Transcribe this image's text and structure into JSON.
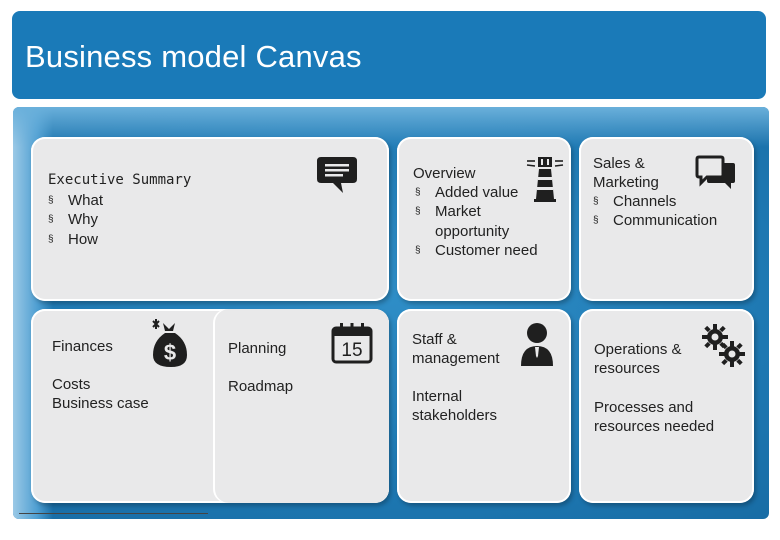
{
  "header": {
    "title": "Business model Canvas"
  },
  "cards": {
    "executive": {
      "title": "Executive Summary",
      "items": [
        "What",
        "Why",
        "How"
      ],
      "icon": "speech-bubble-icon"
    },
    "overview": {
      "title": "Overview",
      "items": [
        "Added value",
        "Market",
        "opportunity",
        "Customer need"
      ],
      "icon": "lighthouse-icon"
    },
    "sales": {
      "title_line1": "Sales &",
      "title_line2": "Marketing",
      "items": [
        "Channels",
        "Communication"
      ],
      "icon": "chat-bubbles-icon"
    },
    "finances": {
      "title": "Finances",
      "line1": "Costs",
      "line2": "Business case",
      "icon": "money-bag-icon"
    },
    "planning": {
      "title": "Planning",
      "line1": "Roadmap",
      "icon": "calendar-icon",
      "calendar_day": "15"
    },
    "staff": {
      "title_line1": "Staff &",
      "title_line2": "management",
      "line1": "Internal",
      "line2": "stakeholders",
      "icon": "person-icon"
    },
    "operations": {
      "title_line1": "Operations &",
      "title_line2": "resources",
      "line1": "Processes and",
      "line2": "resources needed",
      "icon": "gears-icon"
    }
  },
  "bullet_glyph": "§",
  "colors": {
    "header": "#1a7ab8",
    "board": "#2f8ec7",
    "card": "#e9e9ea",
    "icon": "#1f1f1f"
  }
}
